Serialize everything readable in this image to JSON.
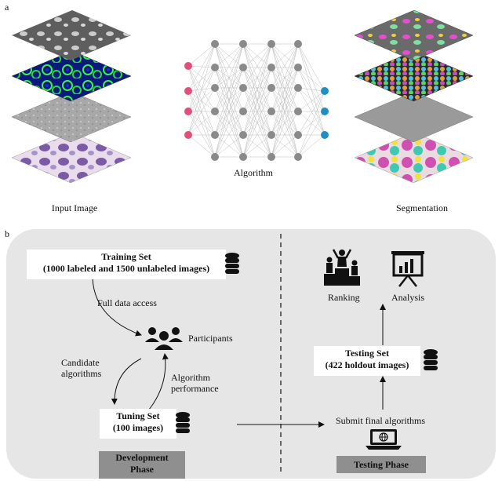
{
  "panel_a": {
    "letter": "a",
    "input_caption": "Input Image",
    "algorithm_caption": "Algorithm",
    "segmentation_caption": "Segmentation"
  },
  "panel_b": {
    "letter": "b",
    "training_set": {
      "title": "Training Set",
      "subtitle": "(1000 labeled and 1500 unlabeled images)"
    },
    "full_data_access": "Full data access",
    "participants": "Participants",
    "candidate_algorithms": [
      "Candidate",
      "algorithms"
    ],
    "algorithm_performance": [
      "Algorithm",
      "performance"
    ],
    "tuning_set": {
      "title": "Tuning Set",
      "subtitle": "(100 images)"
    },
    "development_phase": [
      "Development",
      "Phase"
    ],
    "ranking": "Ranking",
    "analysis": "Analysis",
    "testing_set": {
      "title": "Testing Set",
      "subtitle": "(422 holdout images)"
    },
    "submit_final": "Submit final algorithms",
    "testing_phase": "Testing Phase"
  },
  "colors": {
    "input_node": "#e0507a",
    "hidden_node": "#8a8a8a",
    "output_node": "#1f8ec0",
    "panel_bg": "#e6e6e6",
    "phase_box": "#8f8f8f"
  },
  "icons": [
    "database-icon",
    "participants-icon",
    "podium-icon",
    "presentation-icon",
    "laptop-globe-icon"
  ]
}
